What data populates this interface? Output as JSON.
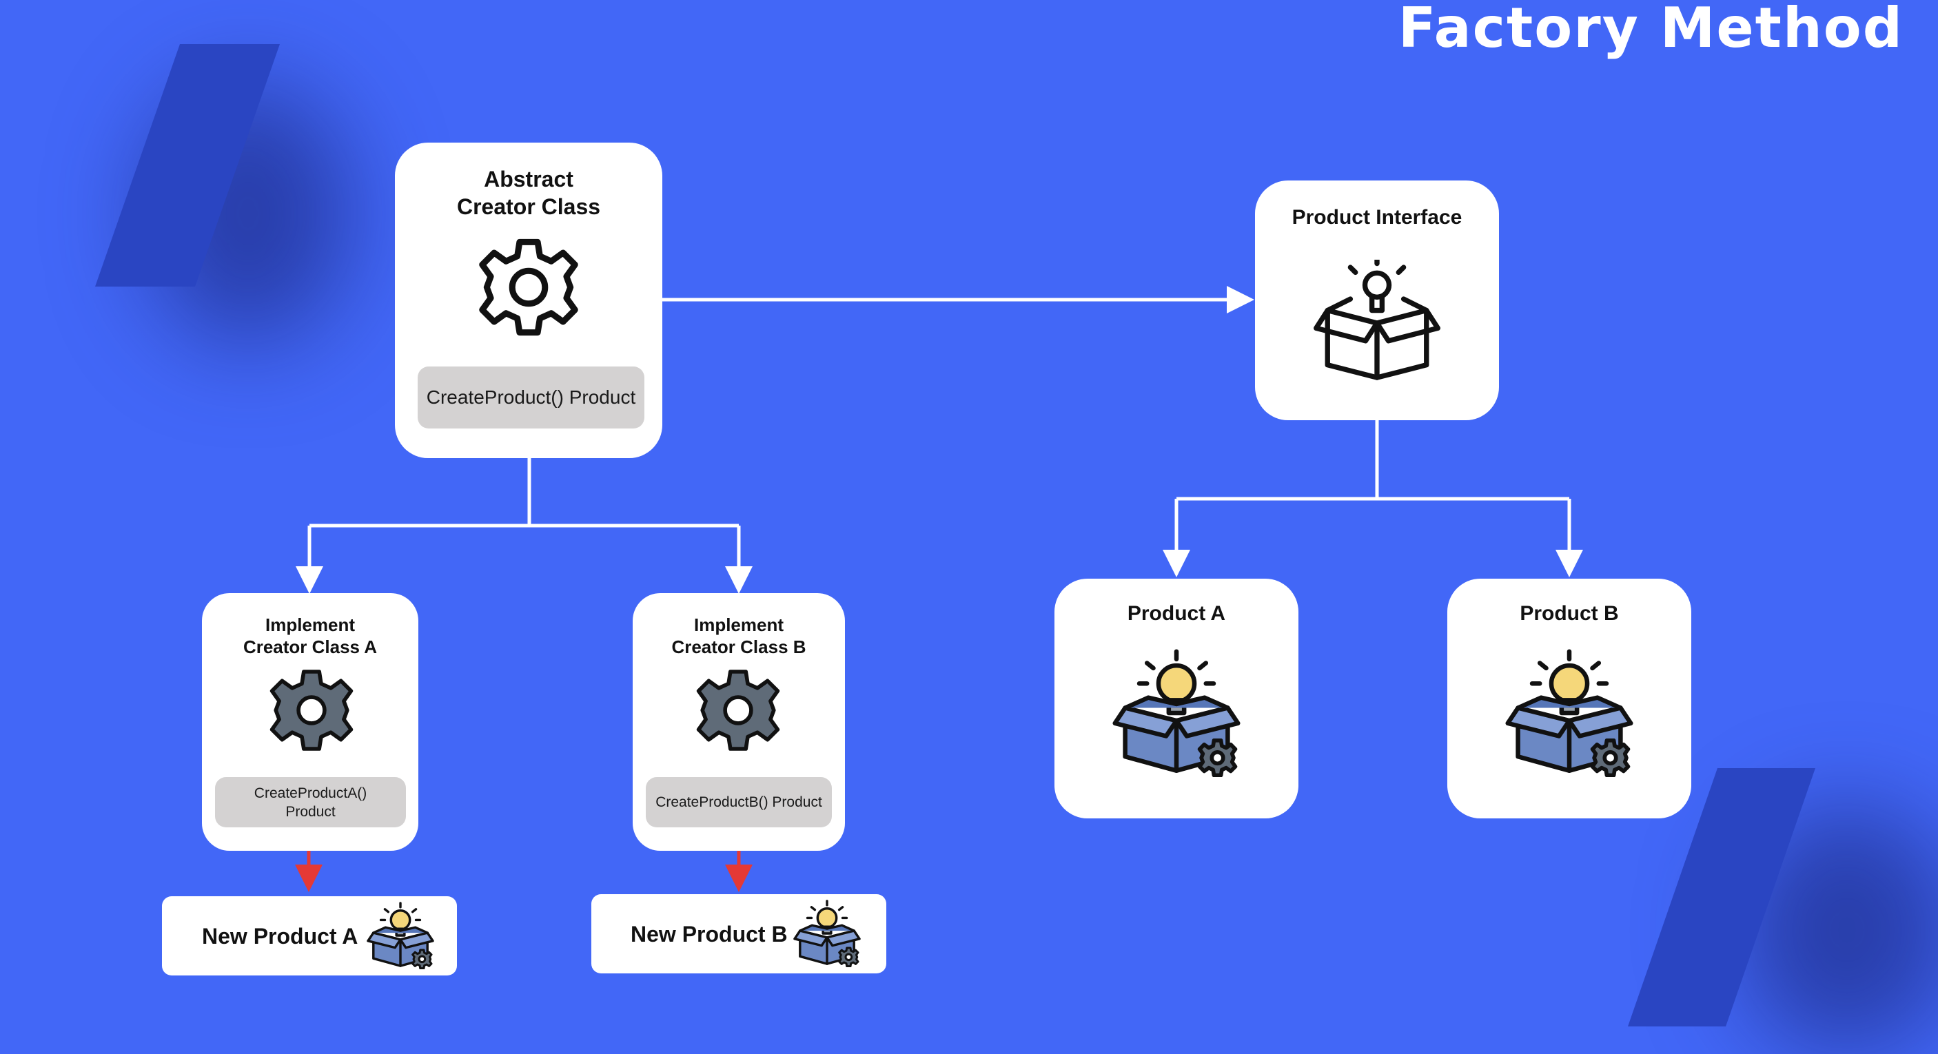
{
  "title": "Factory Method",
  "abstract_creator": {
    "title_line1": "Abstract",
    "title_line2": "Creator Class",
    "method": "CreateProduct() Product",
    "icon": "gear-outline-icon"
  },
  "creator_a": {
    "title_line1": "Implement",
    "title_line2": "Creator Class A",
    "method_line1": "CreateProductA()",
    "method_line2": "Product",
    "icon": "gear-icon"
  },
  "creator_b": {
    "title_line1": "Implement",
    "title_line2": "Creator Class B",
    "method": "CreateProductB() Product",
    "icon": "gear-icon"
  },
  "product_interface": {
    "title": "Product Interface",
    "icon": "box-lightbulb-outline-icon"
  },
  "product_a": {
    "title": "Product A",
    "icon": "box-lightbulb-gear-icon"
  },
  "product_b": {
    "title": "Product B",
    "icon": "box-lightbulb-gear-icon"
  },
  "new_product_a": {
    "label": "New Product A",
    "icon": "box-lightbulb-gear-icon"
  },
  "new_product_b": {
    "label": "New Product B",
    "icon": "box-lightbulb-gear-icon"
  },
  "colors": {
    "background": "#4267F7",
    "accent_shape": "#2A45C2",
    "card": "#FFFFFF",
    "method_box": "#D4D2D2",
    "connector": "#FFFFFF",
    "creates_arrow": "#E53935",
    "gear_fill": "#5F6B78",
    "box_fill": "#6B88C4",
    "bulb_fill": "#F5D77A"
  }
}
